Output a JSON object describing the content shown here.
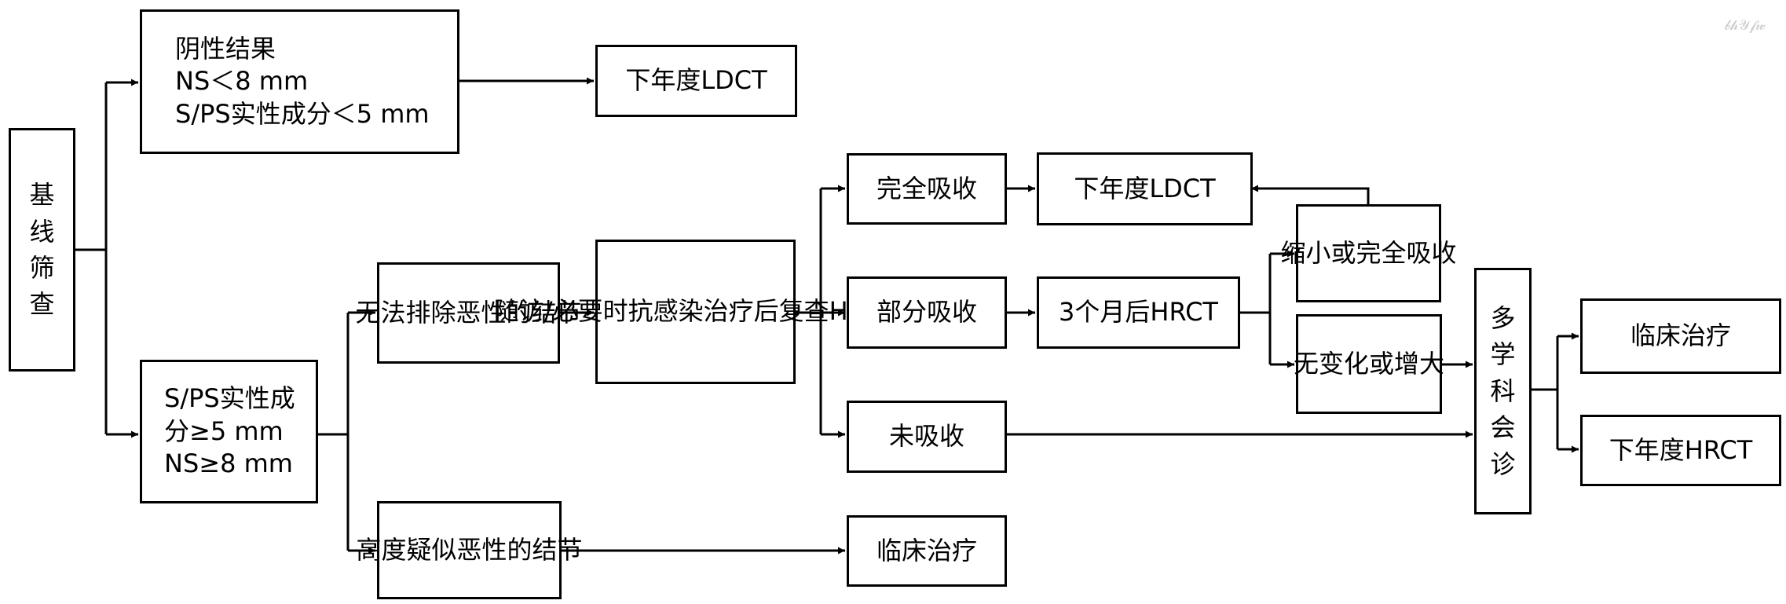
{
  "nodes": {
    "baseline": {
      "lines": [
        "基",
        "线",
        "筛",
        "查"
      ]
    },
    "negative": {
      "lines": [
        "阴性结果",
        "NS＜8 mm",
        "S/PS实性成分＜5 mm"
      ]
    },
    "next_ldct_top": {
      "lines": [
        "下年度LDCT"
      ]
    },
    "positive": {
      "lines": [
        "S/PS实性成",
        "分≥5 mm",
        "NS≥8 mm"
      ]
    },
    "cannot_exclude": {
      "lines": [
        "无法排除",
        "恶性的结节"
      ]
    },
    "highly_suspect": {
      "lines": [
        "高度疑似",
        "恶性的结节"
      ]
    },
    "followup": {
      "lines": [
        "随访/必要时",
        "抗感染治疗",
        "后复查HRCT"
      ]
    },
    "clinical_low": {
      "lines": [
        "临床治疗"
      ]
    },
    "full_absorb": {
      "lines": [
        "完全吸收"
      ]
    },
    "partial_absorb": {
      "lines": [
        "部分吸收"
      ]
    },
    "no_absorb": {
      "lines": [
        "未吸收"
      ]
    },
    "next_ldct_mid": {
      "lines": [
        "下年度LDCT"
      ]
    },
    "hrct_3m": {
      "lines": [
        "3个月后HRCT"
      ]
    },
    "shrink": {
      "lines": [
        "缩小或",
        "完全吸收"
      ]
    },
    "nochange": {
      "lines": [
        "无变化",
        "或增大"
      ]
    },
    "mdt": {
      "lines": [
        "多",
        "学",
        "科",
        "会",
        "诊"
      ]
    },
    "clinical_right": {
      "lines": [
        "临床治疗"
      ]
    },
    "next_hrct": {
      "lines": [
        "下年度HRCT"
      ]
    }
  },
  "watermark": {
    "text": "𝒷𝒽𝒴𝒻𝓌"
  },
  "colors": {
    "stroke": "#000000",
    "background": "#ffffff"
  }
}
